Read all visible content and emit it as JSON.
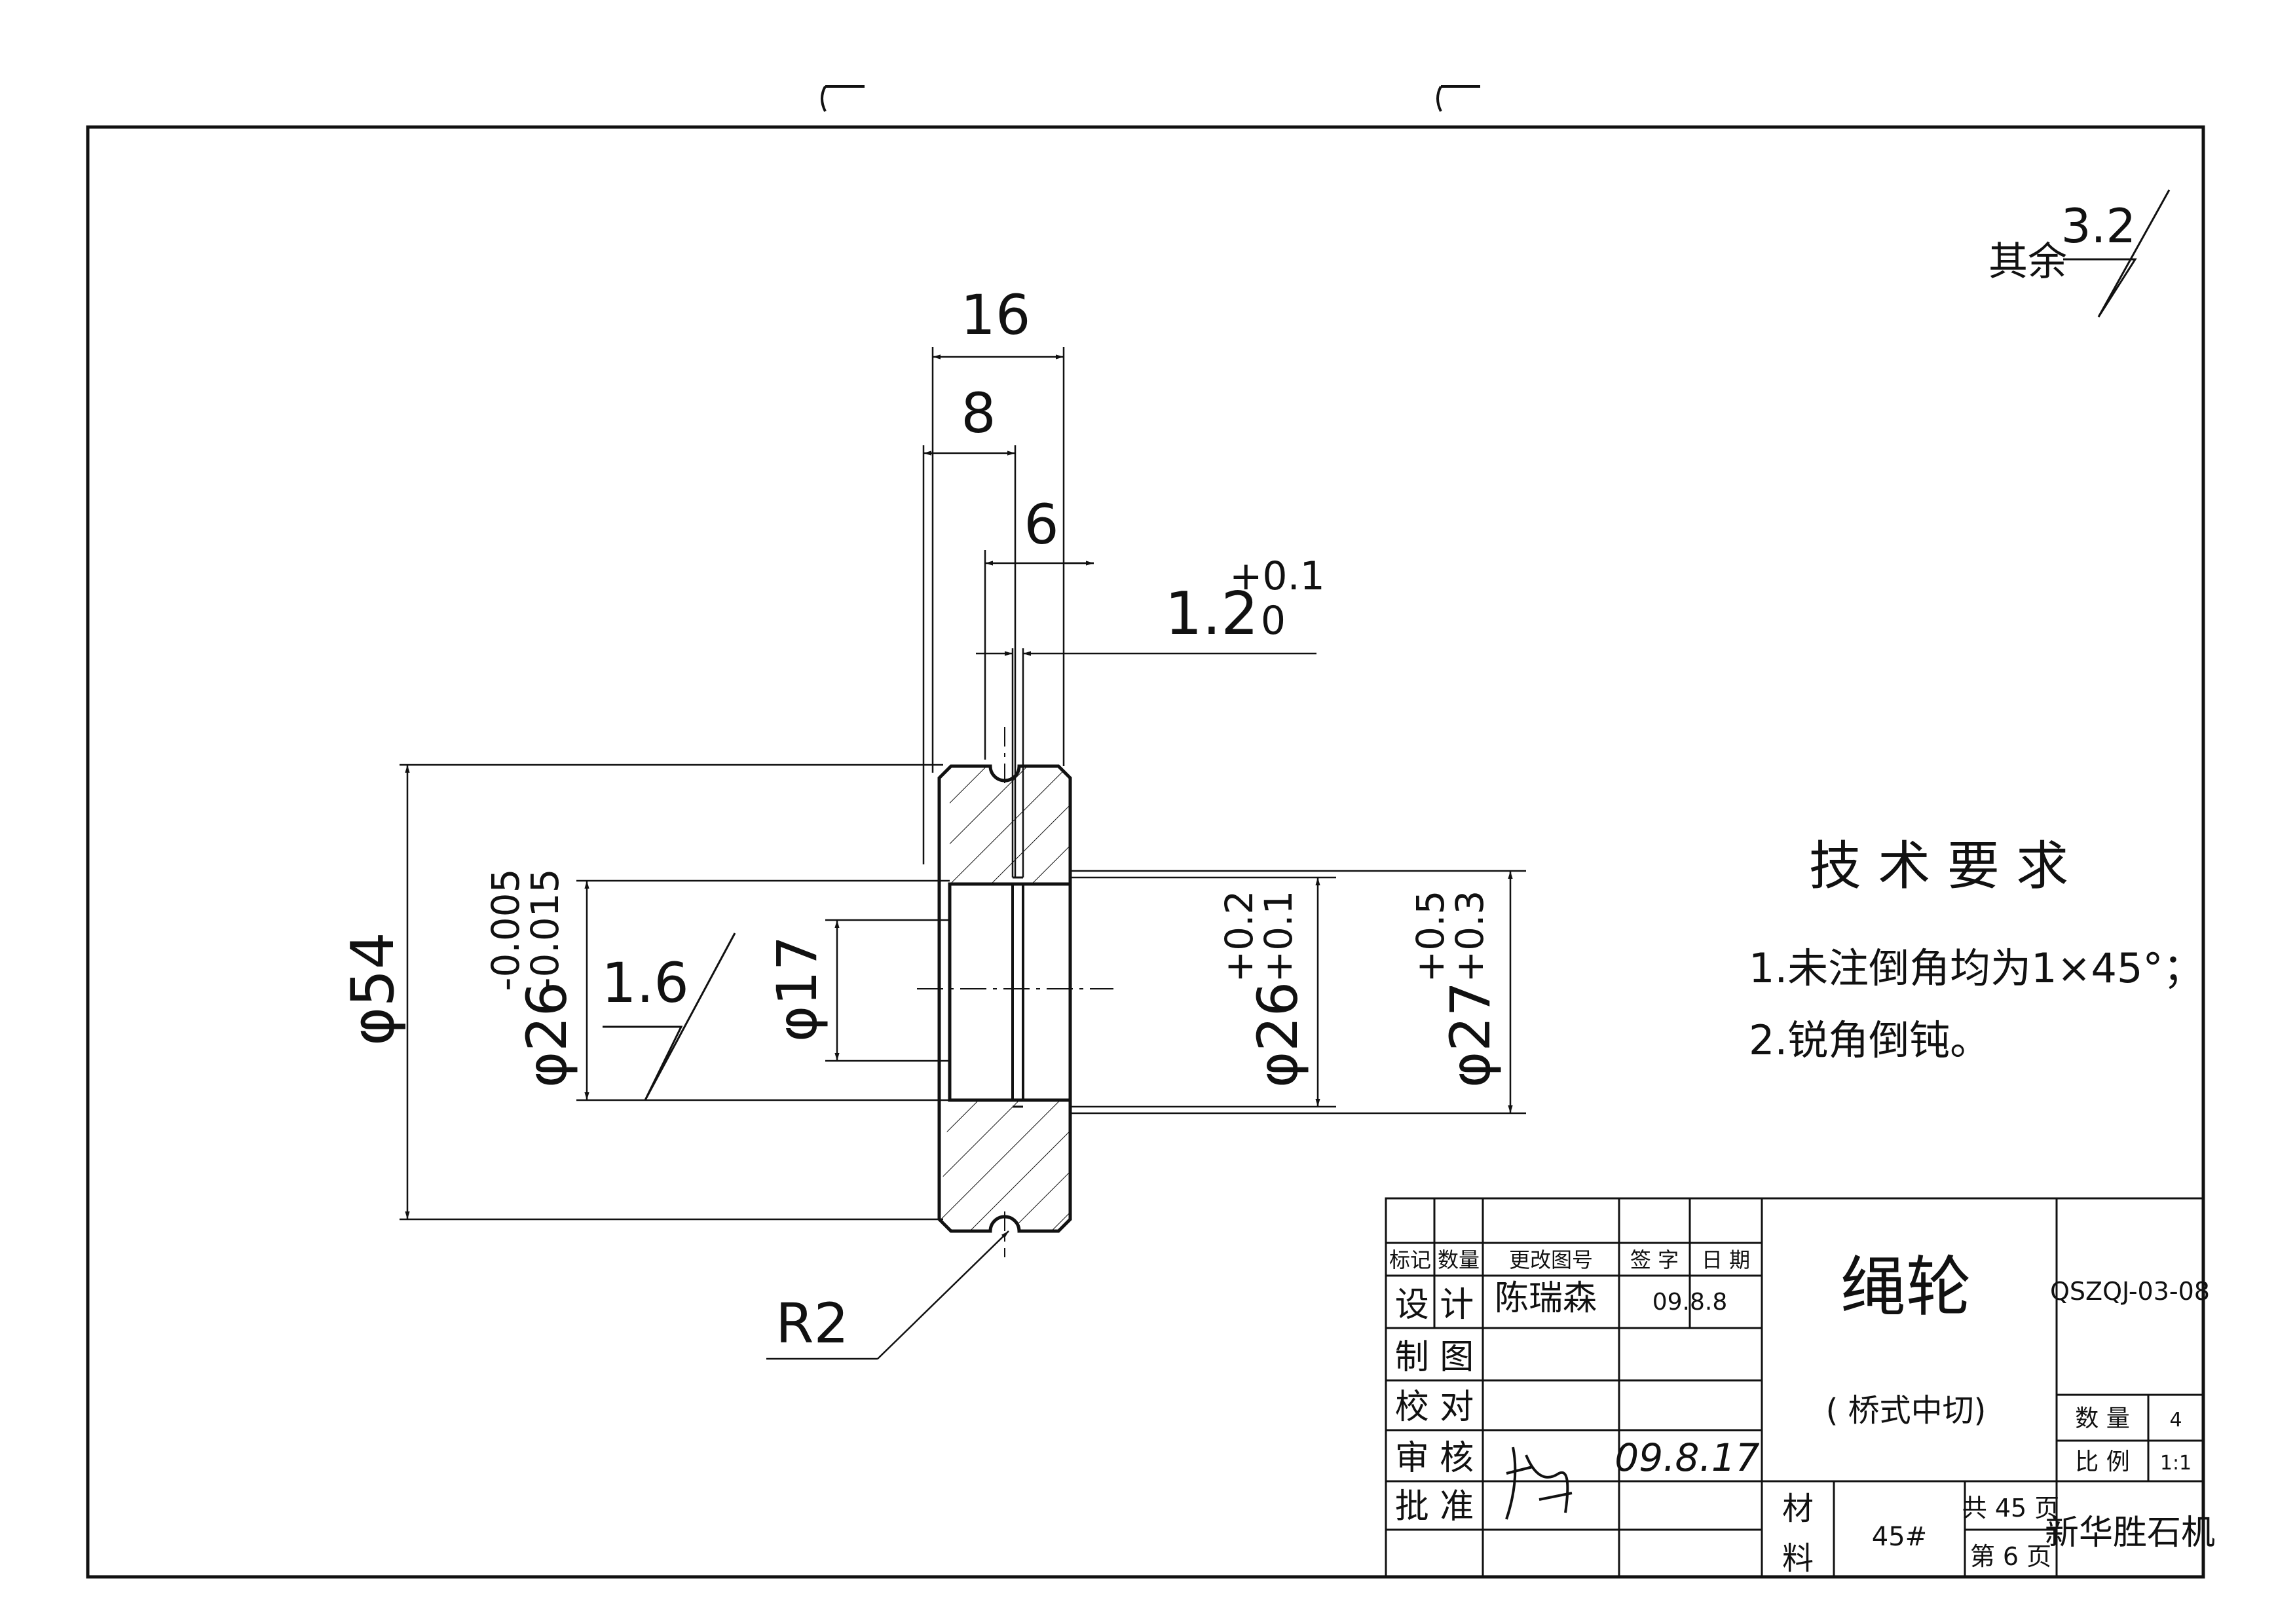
{
  "dimensions": {
    "width_16": "16",
    "width_8": "8",
    "width_6": "6",
    "groove_width": "1.2",
    "groove_width_tol_upper": "+0.1",
    "groove_width_tol_lower": "0",
    "dia_54": "φ54",
    "dia_26_shaft": "φ26",
    "dia_26_shaft_tol_upper": "-0.005",
    "dia_26_shaft_tol_lower": "-0.015",
    "roughness_shaft": "1.6",
    "dia_17": "φ17",
    "dia_26_groove": "φ26",
    "dia_26_groove_tol_upper": "+0.2",
    "dia_26_groove_tol_lower": "+0.1",
    "dia_27": "φ27",
    "dia_27_tol_upper": "+0.5",
    "dia_27_tol_lower": "+0.3",
    "radius": "R2"
  },
  "surface_finish_other": {
    "label": "其余",
    "value": "3.2"
  },
  "technical_requirements": {
    "title": "技 术 要 求",
    "items": [
      "1.未注倒角均为1×45°；",
      "2.锐角倒钝。"
    ]
  },
  "title_block": {
    "headers": {
      "mark": "标记",
      "qty": "数量",
      "change_no": "更改图号",
      "signature": "签 字",
      "date": "日 期"
    },
    "rows": {
      "design": "设 计",
      "drafting": "制 图",
      "check": "校 对",
      "review": "审 核",
      "approve": "批 准"
    },
    "designer": "陈瑞森",
    "design_date": "09.8.8",
    "review_date": "09.8.17",
    "part_name": "绳轮",
    "part_subtitle": "( 桥式中切)",
    "drawing_no": "QSZQJ-03-08",
    "quantity_label": "数 量",
    "quantity": "4",
    "scale_label": "比 例",
    "scale": "1:1",
    "material_label_1": "材",
    "material_label_2": "料",
    "material": "45#",
    "total_pages": "共 45 页",
    "page": "第 6 页",
    "company": "新华胜石机"
  }
}
